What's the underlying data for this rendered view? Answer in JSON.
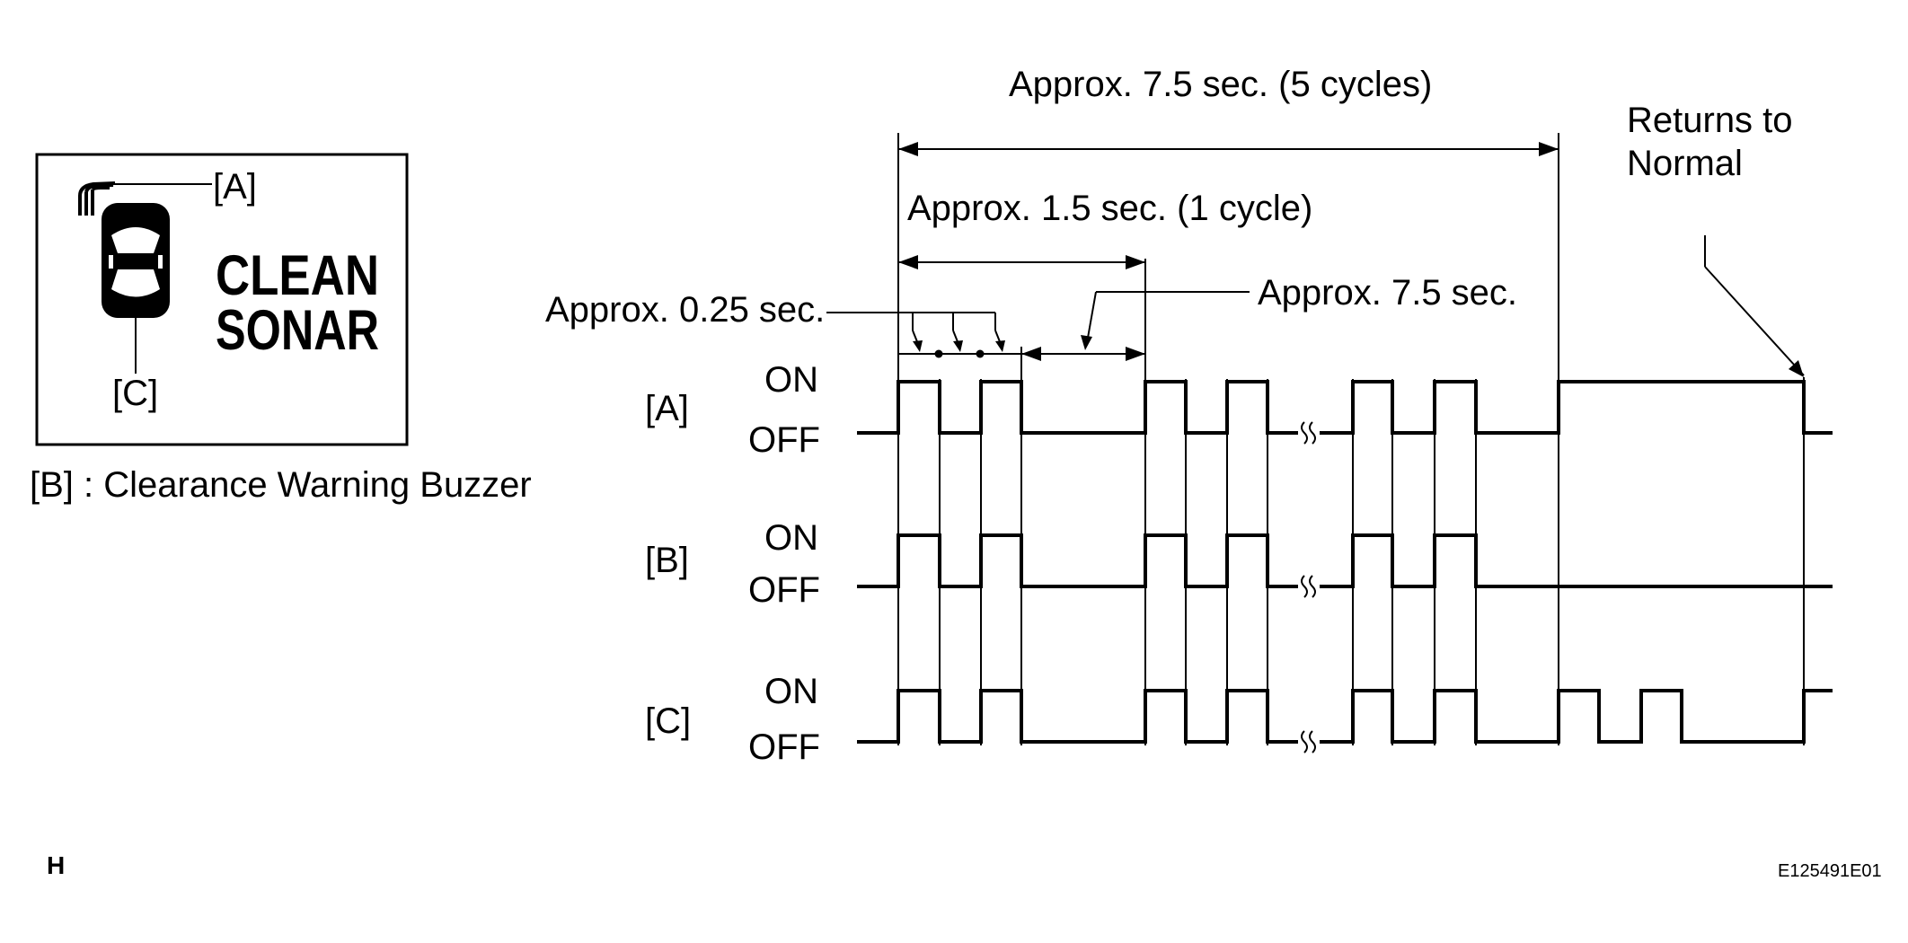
{
  "display": {
    "callout_a": "[A]",
    "callout_c": "[C]",
    "line1": "CLEAN",
    "line2": "SONAR"
  },
  "legend_b": "[B] : Clearance Warning Buzzer",
  "timing": {
    "total_label": "Approx. 7.5 sec. (5 cycles)",
    "cycle_label": "Approx. 1.5 sec. (1 cycle)",
    "short_label": "Approx. 0.25 sec.",
    "gap_label": "Approx. 7.5 sec.",
    "return_label_1": "Returns to",
    "return_label_2": "Normal"
  },
  "signals": [
    {
      "name": "[A]",
      "on_label": "ON",
      "off_label": "OFF"
    },
    {
      "name": "[B]",
      "on_label": "ON",
      "off_label": "OFF"
    },
    {
      "name": "[C]",
      "on_label": "ON",
      "off_label": "OFF"
    }
  ],
  "footer": {
    "left_code": "H",
    "figure_id": "E125491E01"
  }
}
